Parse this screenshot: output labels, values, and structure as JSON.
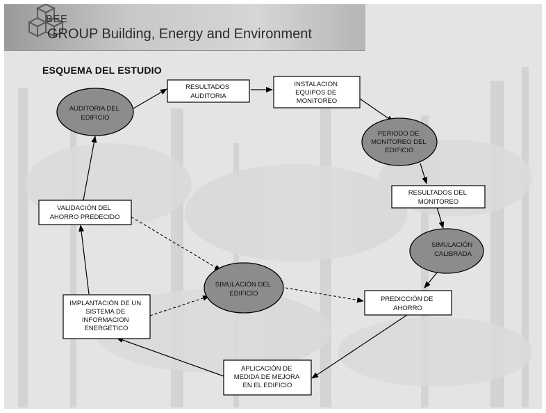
{
  "header": {
    "brand": "BEE",
    "company": "GROUP Building, Energy and Environment"
  },
  "title": "ESQUEMA DEL ESTUDIO",
  "nodes": {
    "auditoria": [
      "AUDITORIA DEL",
      "EDIFICIO"
    ],
    "resultados_auditoria": [
      "RESULTADOS",
      "AUDITORIA"
    ],
    "instalacion": [
      "INSTALACION",
      "EQUIPOS DE",
      "MONITOREO"
    ],
    "periodo": [
      "PERIODO DE",
      "MONITOREO  DEL",
      "EDIFICIO"
    ],
    "resultados_monitoreo": [
      "RESULTADOS DEL",
      "MONITOREO"
    ],
    "simulacion_calibrada": [
      "SIMULACIÓN",
      "CALIBRADA"
    ],
    "prediccion": [
      "PREDICCIÓN DE",
      "AHORRO"
    ],
    "aplicacion": [
      "APLICACIÓN DE",
      "MEDIDA DE MEJORA",
      "EN EL EDIFICIO"
    ],
    "implantacion": [
      "IMPLANTACIÓN DE UN",
      "SISTEMA DE",
      "INFORMACION",
      "ENERGÉTICO"
    ],
    "validacion": [
      "VALIDACIÓN DEL",
      "AHORRO PREDECIDO"
    ],
    "simulacion_edificio": [
      "SIMULACIÓN DEL",
      "EDIFICIO"
    ]
  },
  "colors": {
    "ellipse_fill": "#8c8c8c",
    "box_fill": "#ffffff",
    "stroke": "#000000",
    "background": "#e6e6e6"
  }
}
